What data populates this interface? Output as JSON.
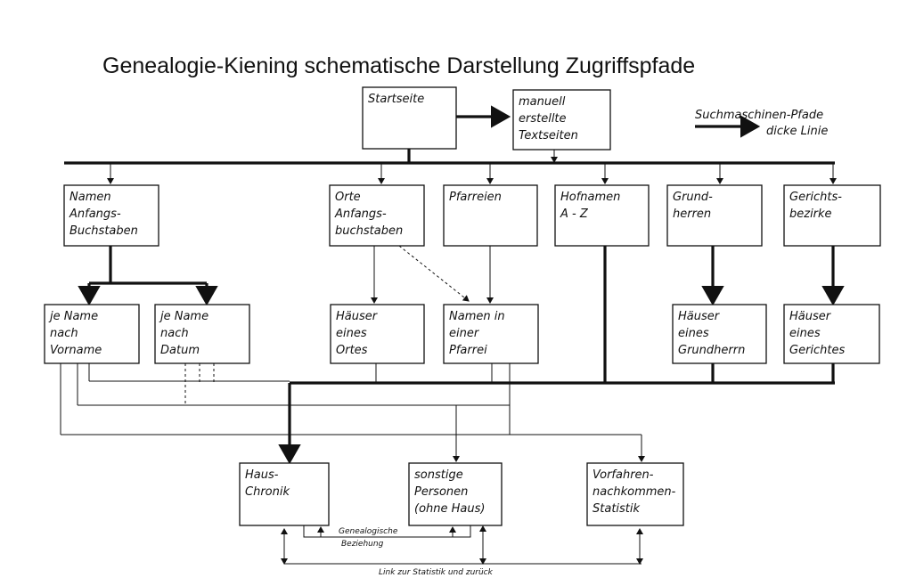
{
  "title": "Genealogie-Kiening  schematische Darstellung Zugriffspfade",
  "legend": {
    "line1": "Suchmaschinen-Pfade",
    "line2": "dicke Linie"
  },
  "boxes": {
    "startseite": [
      "Startseite"
    ],
    "textseiten": [
      "manuell",
      "erstellte",
      "Textseiten"
    ],
    "namen_anfang": [
      "Namen",
      "Anfangs-",
      "Buchstaben"
    ],
    "orte_anfang": [
      "Orte",
      "Anfangs-",
      "buchstaben"
    ],
    "pfarreien": [
      "Pfarreien"
    ],
    "hofnamen": [
      "Hofnamen",
      "A - Z"
    ],
    "grundherren": [
      "Grund-",
      "herren"
    ],
    "gerichtsbezirke": [
      "Gerichts-",
      "bezirke"
    ],
    "name_vorname": [
      "je Name",
      "nach",
      "Vorname"
    ],
    "name_datum": [
      "je Name",
      "nach",
      "Datum"
    ],
    "haeuser_ort": [
      "Häuser",
      "eines",
      "Ortes"
    ],
    "namen_pfarrei": [
      "Namen in",
      "einer",
      "Pfarrei"
    ],
    "haeuser_grundherr": [
      "Häuser",
      "eines",
      "Grundherrn"
    ],
    "haeuser_gericht": [
      "Häuser",
      "eines",
      "Gerichtes"
    ],
    "hauschronik": [
      "Haus-",
      "Chronik"
    ],
    "sonstige": [
      "sonstige",
      "Personen",
      "(ohne Haus)"
    ],
    "statistik": [
      "Vorfahren-",
      "nachkommen-",
      "Statistik"
    ]
  },
  "annotations": {
    "genealogische": "Genealogische",
    "beziehung": "Beziehung",
    "link_statistik": "Link zur Statistik und zurück"
  }
}
